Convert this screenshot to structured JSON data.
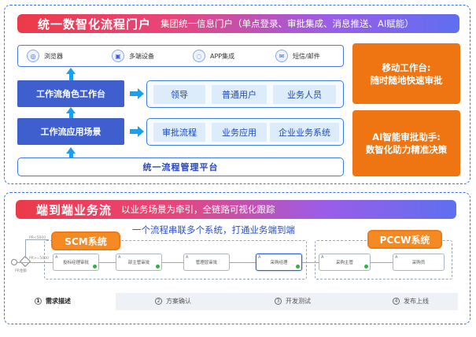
{
  "top_section": {
    "title": "统一数智化流程门户",
    "subtitle": "集团统一信息门户（单点登录、审批集成、消息推送、AI赋能）",
    "channels": [
      {
        "label": "浏览器",
        "icon": "globe-icon",
        "glyph": "◎"
      },
      {
        "label": "多端设备",
        "icon": "devices-icon",
        "glyph": "▣"
      },
      {
        "label": "APP集成",
        "icon": "chat-icon",
        "glyph": "◌"
      },
      {
        "label": "短信/邮件",
        "icon": "mail-icon",
        "glyph": "✉"
      }
    ],
    "workbench_label": "工作流角色工作台",
    "roles": [
      "领导",
      "普通用户",
      "业务人员"
    ],
    "scenario_label": "工作流应用场景",
    "scenarios": [
      "审批流程",
      "业务应用",
      "企业业务系统"
    ],
    "platform_label": "统一流程管理平台",
    "mobile_card": {
      "line1": "移动工作台:",
      "line2": "随时随地快速审批"
    },
    "ai_card": {
      "line1": "AI智能审批助手:",
      "line2": "数智化助力精准决策"
    }
  },
  "bottom_section": {
    "title": "端到端业务流",
    "subtitle": "以业务场景为牵引，全链路可视化跟踪",
    "caption": "一个流程串联多个系统，打通业务端到端",
    "systems": [
      "SCM系统",
      "PCCW系统"
    ],
    "flow_steps": [
      "投标经理审批",
      "部主管审批",
      "管理层审批",
      "采购经理",
      "采购主管",
      "采购员"
    ],
    "start_label": "PR金额",
    "branch_labels": [
      "PR<5000",
      "PR>=5000"
    ],
    "phases": [
      {
        "num": "1",
        "label": "需求描述"
      },
      {
        "num": "2",
        "label": "方案确认"
      },
      {
        "num": "3",
        "label": "开发测试"
      },
      {
        "num": "4",
        "label": "发布上线"
      }
    ]
  },
  "colors": {
    "primary_blue": "#3f5fcf",
    "accent_orange": "#ef7512",
    "arrow_cyan": "#1aa0ec",
    "border_blue": "#3e6ff0"
  }
}
